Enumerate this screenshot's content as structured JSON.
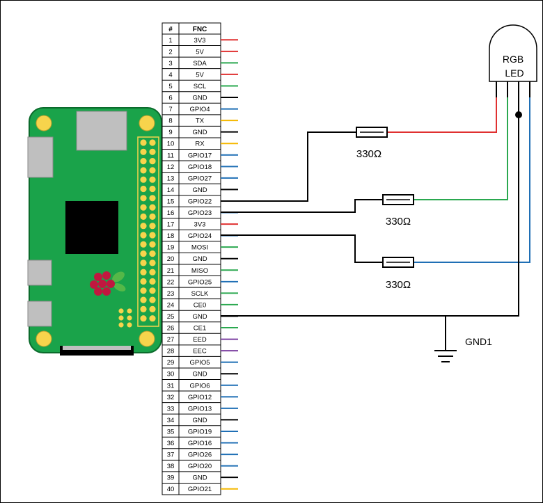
{
  "pin_table": {
    "header_num": "#",
    "header_fnc": "FNC",
    "pins": [
      {
        "num": "1",
        "name": "3V3",
        "color": "#e03030"
      },
      {
        "num": "2",
        "name": "5V",
        "color": "#e03030"
      },
      {
        "num": "3",
        "name": "SDA",
        "color": "#2aa84f"
      },
      {
        "num": "4",
        "name": "5V",
        "color": "#e03030"
      },
      {
        "num": "5",
        "name": "SCL",
        "color": "#2aa84f"
      },
      {
        "num": "6",
        "name": "GND",
        "color": "#000000"
      },
      {
        "num": "7",
        "name": "GPIO4",
        "color": "#1f6fb5"
      },
      {
        "num": "8",
        "name": "TX",
        "color": "#f5b800"
      },
      {
        "num": "9",
        "name": "GND",
        "color": "#000000"
      },
      {
        "num": "10",
        "name": "RX",
        "color": "#f5b800"
      },
      {
        "num": "11",
        "name": "GPIO17",
        "color": "#1f6fb5"
      },
      {
        "num": "12",
        "name": "GPIO18",
        "color": "#1f6fb5"
      },
      {
        "num": "13",
        "name": "GPIO27",
        "color": "#1f6fb5"
      },
      {
        "num": "14",
        "name": "GND",
        "color": "#000000"
      },
      {
        "num": "15",
        "name": "GPIO22",
        "color": "#1f6fb5"
      },
      {
        "num": "16",
        "name": "GPIO23",
        "color": "#1f6fb5"
      },
      {
        "num": "17",
        "name": "3V3",
        "color": "#e03030"
      },
      {
        "num": "18",
        "name": "GPIO24",
        "color": "#1f6fb5"
      },
      {
        "num": "19",
        "name": "MOSI",
        "color": "#2aa84f"
      },
      {
        "num": "20",
        "name": "GND",
        "color": "#000000"
      },
      {
        "num": "21",
        "name": "MISO",
        "color": "#2aa84f"
      },
      {
        "num": "22",
        "name": "GPIO25",
        "color": "#1f6fb5"
      },
      {
        "num": "23",
        "name": "SCLK",
        "color": "#2aa84f"
      },
      {
        "num": "24",
        "name": "CE0",
        "color": "#2aa84f"
      },
      {
        "num": "25",
        "name": "GND",
        "color": "#000000"
      },
      {
        "num": "26",
        "name": "CE1",
        "color": "#2aa84f"
      },
      {
        "num": "27",
        "name": "EED",
        "color": "#7b3fa0"
      },
      {
        "num": "28",
        "name": "EEC",
        "color": "#7b3fa0"
      },
      {
        "num": "29",
        "name": "GPIO5",
        "color": "#1f6fb5"
      },
      {
        "num": "30",
        "name": "GND",
        "color": "#000000"
      },
      {
        "num": "31",
        "name": "GPIO6",
        "color": "#1f6fb5"
      },
      {
        "num": "32",
        "name": "GPIO12",
        "color": "#1f6fb5"
      },
      {
        "num": "33",
        "name": "GPIO13",
        "color": "#1f6fb5"
      },
      {
        "num": "34",
        "name": "GND",
        "color": "#000000"
      },
      {
        "num": "35",
        "name": "GPIO19",
        "color": "#1f6fb5"
      },
      {
        "num": "36",
        "name": "GPIO16",
        "color": "#1f6fb5"
      },
      {
        "num": "37",
        "name": "GPIO26",
        "color": "#1f6fb5"
      },
      {
        "num": "38",
        "name": "GPIO20",
        "color": "#1f6fb5"
      },
      {
        "num": "39",
        "name": "GND",
        "color": "#000000"
      },
      {
        "num": "40",
        "name": "GPIO21",
        "color": "#f5b800"
      }
    ]
  },
  "led": {
    "label_line1": "RGB",
    "label_line2": "LED"
  },
  "resistors": [
    {
      "label": "330Ω",
      "wire_color": "#e03030"
    },
    {
      "label": "330Ω",
      "wire_color": "#2aa84f"
    },
    {
      "label": "330Ω",
      "wire_color": "#1f6fb5"
    }
  ],
  "ground": {
    "label": "GND1"
  },
  "colors": {
    "board_green": "#1aa34a",
    "board_outline": "#0b6b2c",
    "header_pin": "#f7d44c",
    "chip": "#000000",
    "connector_gray": "#bfbfbf",
    "wire_black": "#000000"
  }
}
